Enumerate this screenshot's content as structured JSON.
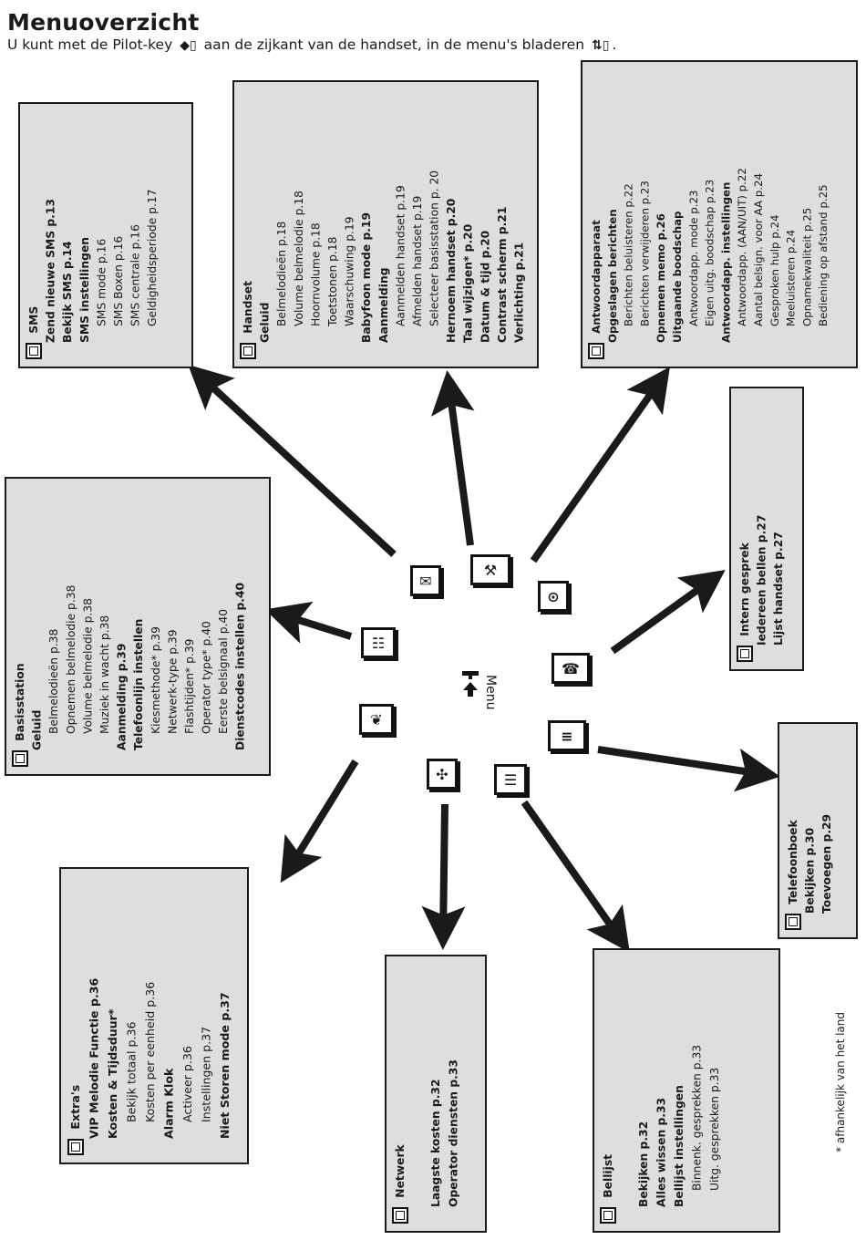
{
  "header": {
    "title": "Menuoverzicht",
    "subtitle_part1": "U kunt met de Pilot-key",
    "subtitle_part2": "aan de zijkant van de handset, in de menu's bladeren",
    "subtitle_end": ".",
    "pilot_key_icon": "pilot-key-icon",
    "scroll_key_icon": "scroll-key-icon"
  },
  "center": {
    "label": "Menu",
    "icon": "menu-key-icon"
  },
  "menus": {
    "sms": {
      "title": "SMS",
      "icon": "envelope-icon",
      "items": [
        {
          "label": "Zend nieuwe SMS p.13",
          "level": 1,
          "bold": true
        },
        {
          "label": "Bekijk SMS p.14",
          "level": 1,
          "bold": true
        },
        {
          "label": "SMS instellingen",
          "level": 1,
          "bold": true
        },
        {
          "label": "SMS mode p.16",
          "level": 2,
          "bold": false
        },
        {
          "label": "SMS Boxen p.16",
          "level": 2,
          "bold": false
        },
        {
          "label": "SMS centrale p.16",
          "level": 2,
          "bold": false
        },
        {
          "label": "Geldigheidsperiode p.17",
          "level": 2,
          "bold": false
        }
      ]
    },
    "handset": {
      "title": "Handset",
      "icon": "handset-settings-icon",
      "items": [
        {
          "label": "Geluid",
          "level": 1,
          "bold": true
        },
        {
          "label": "Belmelodieën p.18",
          "level": 2,
          "bold": false
        },
        {
          "label": "Volume belmelodie p.18",
          "level": 2,
          "bold": false
        },
        {
          "label": "Hoornvolume p.18",
          "level": 2,
          "bold": false
        },
        {
          "label": "Toetstonen p.18",
          "level": 2,
          "bold": false
        },
        {
          "label": "Waarschuwing p.19",
          "level": 2,
          "bold": false
        },
        {
          "label": "Babyfoon mode p.19",
          "level": 1,
          "bold": true
        },
        {
          "label": "Aanmelding",
          "level": 1,
          "bold": true
        },
        {
          "label": "Aanmelden handset p.19",
          "level": 2,
          "bold": false
        },
        {
          "label": "Afmelden handset p.19",
          "level": 2,
          "bold": false
        },
        {
          "label": "Selecteer basisstation p. 20",
          "level": 2,
          "bold": false
        },
        {
          "label": "Hernoem handset p.20",
          "level": 1,
          "bold": true
        },
        {
          "label": "Taal wijzigen* p.20",
          "level": 1,
          "bold": true
        },
        {
          "label": "Datum & tijd p.20",
          "level": 1,
          "bold": true
        },
        {
          "label": "Contrast scherm p.21",
          "level": 1,
          "bold": true
        },
        {
          "label": "Verlichting p.21",
          "level": 1,
          "bold": true
        }
      ]
    },
    "antwoordapparaat": {
      "title": "Antwoordapparaat",
      "icon": "answering-machine-icon",
      "items": [
        {
          "label": "Opgeslagen berichten",
          "level": 1,
          "bold": true
        },
        {
          "label": "Berichten beluisteren p.22",
          "level": 2,
          "bold": false
        },
        {
          "label": "Berichten verwijderen p.23",
          "level": 2,
          "bold": false
        },
        {
          "label": "Opnemen memo p.26",
          "level": 1,
          "bold": true
        },
        {
          "label": "Uitgaande boodschap",
          "level": 1,
          "bold": true
        },
        {
          "label": "Antwoordapp. mode p.23",
          "level": 2,
          "bold": false
        },
        {
          "label": "Eigen uitg. boodschap p.23",
          "level": 2,
          "bold": false
        },
        {
          "label": "Antwoordapp. instellingen",
          "level": 1,
          "bold": true
        },
        {
          "label": "Antwoordapp. (AAN/UIT) p.22",
          "level": 2,
          "bold": false
        },
        {
          "label": "Aantal belsign. voor AA p.24",
          "level": 2,
          "bold": false
        },
        {
          "label": "Gesproken hulp p.24",
          "level": 2,
          "bold": false
        },
        {
          "label": "Meeluisteren p.24",
          "level": 2,
          "bold": false
        },
        {
          "label": "Opnamekwaliteit p.25",
          "level": 2,
          "bold": false
        },
        {
          "label": "Bediening op afstand p.25",
          "level": 2,
          "bold": false
        }
      ]
    },
    "intern": {
      "title": "Intern gesprek",
      "icon": "intercom-icon",
      "items": [
        {
          "label": "Iedereen bellen p.27",
          "level": 1,
          "bold": true
        },
        {
          "label": "Lijst handset p.27",
          "level": 1,
          "bold": true
        }
      ]
    },
    "telefoonboek": {
      "title": "Telefoonboek",
      "icon": "phonebook-icon",
      "items": [
        {
          "label": "Bekijken p.30",
          "level": 1,
          "bold": true
        },
        {
          "label": "Toevoegen p.29",
          "level": 1,
          "bold": true
        }
      ]
    },
    "bellijst": {
      "title": "Bellijst",
      "icon": "call-list-icon",
      "items": [
        {
          "label": "Bekijken p.32",
          "level": 1,
          "bold": true
        },
        {
          "label": "Alles wissen p.33",
          "level": 1,
          "bold": true
        },
        {
          "label": "Bellijst instellingen",
          "level": 1,
          "bold": true
        },
        {
          "label": "Binnenk. gesprekken p.33",
          "level": 2,
          "bold": false
        },
        {
          "label": "Uitg. gesprekken p.33",
          "level": 2,
          "bold": false
        }
      ]
    },
    "netwerk": {
      "title": "Netwerk",
      "icon": "network-icon",
      "items": [
        {
          "label": "Laagste kosten p.32",
          "level": 1,
          "bold": true
        },
        {
          "label": "Operator diensten p.33",
          "level": 1,
          "bold": true
        }
      ]
    },
    "extras": {
      "title": "Extra's",
      "icon": "gift-icon",
      "items": [
        {
          "label": "VIP Melodie Functie p.36",
          "level": 1,
          "bold": true
        },
        {
          "label": "Kosten & Tijdsduur*",
          "level": 1,
          "bold": true
        },
        {
          "label": "Bekijk totaal p.36",
          "level": 2,
          "bold": false
        },
        {
          "label": "Kosten per eenheid p.36",
          "level": 3,
          "bold": false
        },
        {
          "label": "Alarm Klok",
          "level": 1,
          "bold": true
        },
        {
          "label": "Activeer p.36",
          "level": 2,
          "bold": false
        },
        {
          "label": "Instellingen p.37",
          "level": 2,
          "bold": false
        },
        {
          "label": "Niet Storen mode p.37",
          "level": 1,
          "bold": true
        }
      ]
    },
    "basisstation": {
      "title": "Basisstation",
      "icon": "base-station-icon",
      "items": [
        {
          "label": "Geluid",
          "level": 1,
          "bold": true
        },
        {
          "label": "Belmelodieën p.38",
          "level": 2,
          "bold": false
        },
        {
          "label": "Opnemen belmelodie p.38",
          "level": 2,
          "bold": false
        },
        {
          "label": "Volume belmelodie p.38",
          "level": 2,
          "bold": false
        },
        {
          "label": "Muziek in wacht p.38",
          "level": 2,
          "bold": false
        },
        {
          "label": "Aanmelding p.39",
          "level": 1,
          "bold": true
        },
        {
          "label": "Telefoonlijn instellen",
          "level": 1,
          "bold": true
        },
        {
          "label": "Kiesmethode* p.39",
          "level": 2,
          "bold": false
        },
        {
          "label": "Netwerk-type p.39",
          "level": 2,
          "bold": false
        },
        {
          "label": "Flashtijden* p.39",
          "level": 2,
          "bold": false
        },
        {
          "label": "Operator type* p.40",
          "level": 2,
          "bold": false
        },
        {
          "label": "Eerste belsignaal p.40",
          "level": 2,
          "bold": false
        },
        {
          "label": "Dienstcodes instellen p.40",
          "level": 1,
          "bold": true
        }
      ]
    }
  },
  "footnote": "* afhankelijk van het land"
}
